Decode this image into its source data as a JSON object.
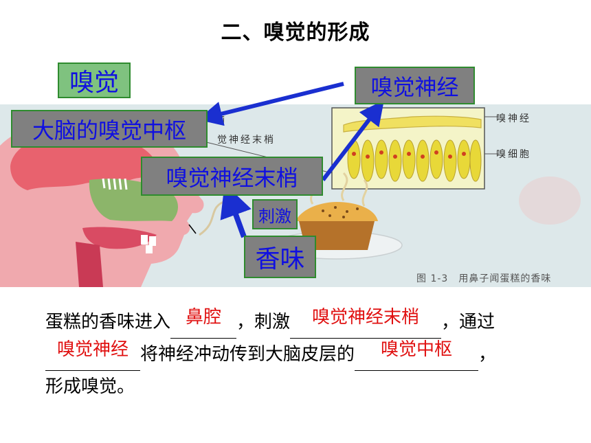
{
  "title": "二、嗅觉的形成",
  "diagram": {
    "labels": {
      "smell": "嗅觉",
      "brain_center": "大脑的嗅觉中枢",
      "olfactory_nerve": "嗅觉神经",
      "nerve_endings": "嗅觉神经末梢",
      "stimulus": "刺激",
      "aroma": "香味"
    },
    "figure_text": {
      "caption": "图 1-3　用鼻子闻蛋糕的香味",
      "nerve_label": "嗅神经",
      "cell_label": "嗅细胞",
      "brain_label": "脑",
      "ending_label": "觉神经末梢"
    }
  },
  "paragraph": {
    "p1": "蛋糕的香味进入",
    "a1": "鼻腔",
    "p2": "，刺激",
    "a2": "嗅觉神经末梢",
    "p3": "，通过",
    "a3": "嗅觉神经",
    "p4": "将神经冲动传到大脑皮层的",
    "a4": "嗅觉中枢",
    "p5": "，",
    "p6": "形成嗅觉。"
  },
  "colors": {
    "label_text": "#1010e0",
    "answer_text": "#e01010",
    "label_box": "#808080",
    "box_border": "#2e8b2e"
  }
}
